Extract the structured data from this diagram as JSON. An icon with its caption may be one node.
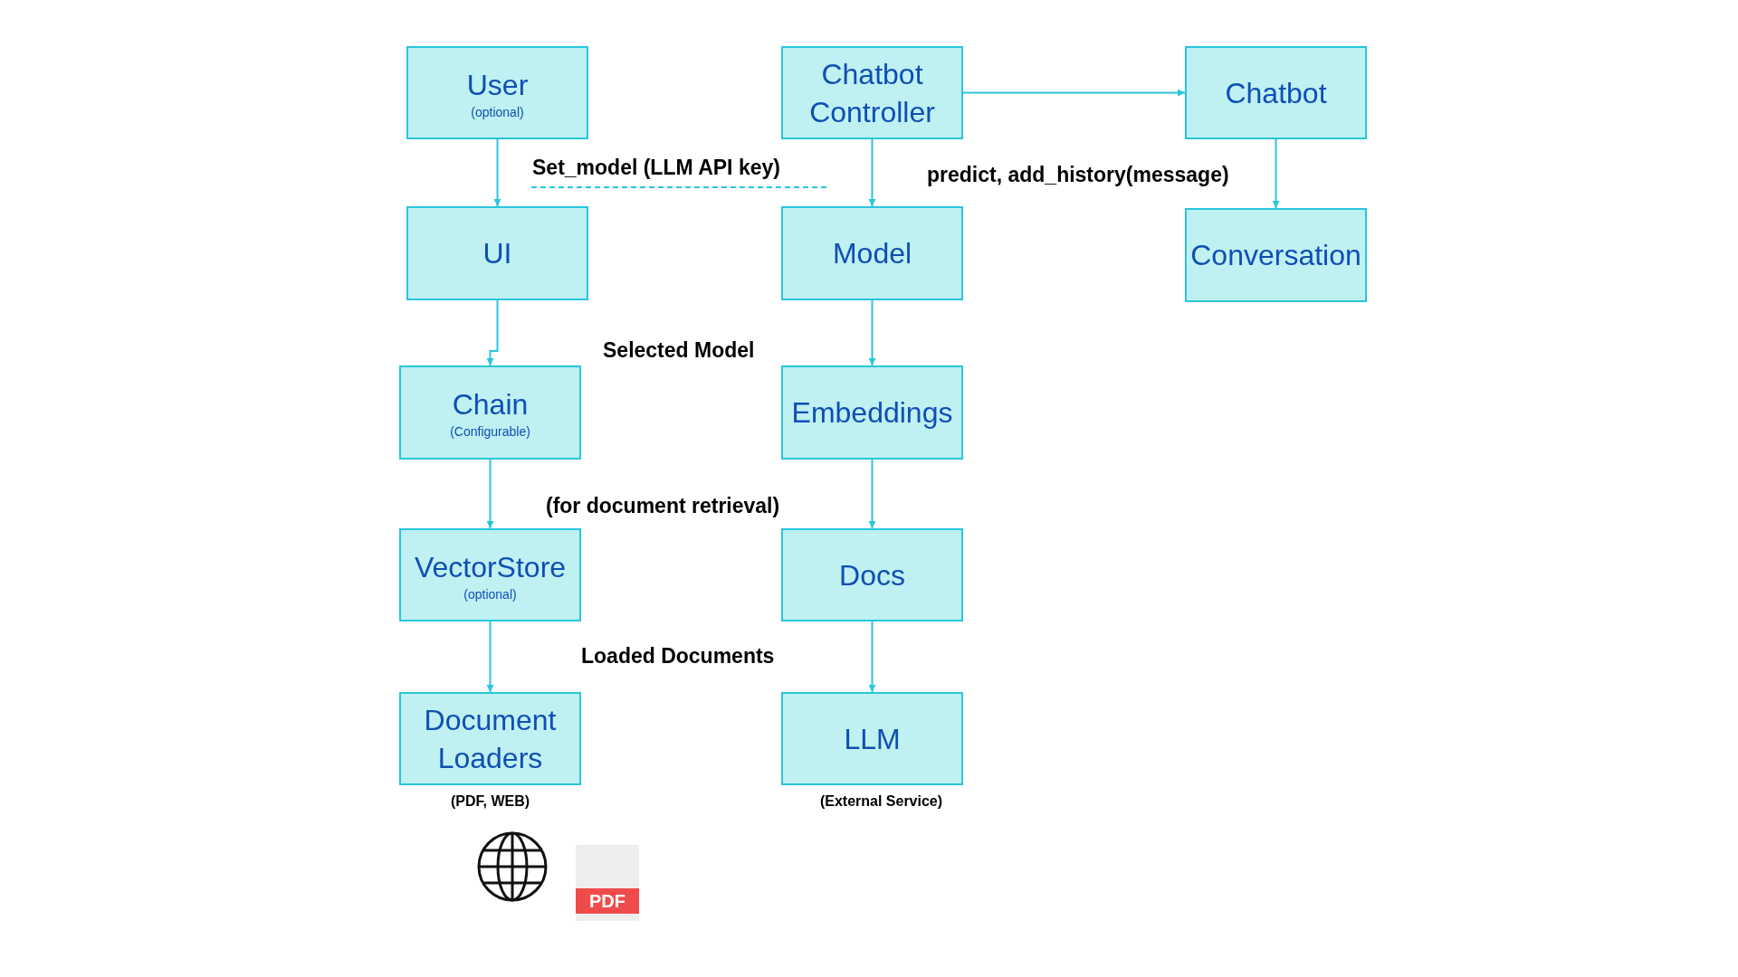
{
  "diagram": {
    "nodes": [
      {
        "text": [
          "User",
          "(optional)"
        ]
      },
      {
        "text": [
          "Chatbot Controller"
        ]
      },
      {
        "text": [
          "Chatbot"
        ]
      },
      {
        "text": [
          "UI"
        ]
      },
      {
        "text": [
          "Model"
        ]
      },
      {
        "text": [
          "Conversation"
        ]
      },
      {
        "text": [
          "Chain",
          "(Configurable)"
        ]
      },
      {
        "text": [
          "Embeddings"
        ]
      },
      {
        "text": [
          "VectorStore",
          "(optional)"
        ]
      },
      {
        "text": [
          "Docs"
        ]
      },
      {
        "text": [
          "Document Loaders"
        ],
        "beside": [
          "(PDF, WEB)"
        ]
      },
      {
        "text": [
          "LLM"
        ],
        "beside": [
          "(External Service)"
        ]
      }
    ],
    "edges": [
      {
        "from": 1,
        "to": 2,
        "arrow": "to"
      },
      {
        "from": 0,
        "to": 3,
        "arrow": "to"
      },
      {
        "from": 1,
        "to": 4,
        "arrow": "to"
      },
      {
        "from": 2,
        "to": 5,
        "arrow": "to"
      },
      {
        "from": 3,
        "to": 6,
        "arrow": "to"
      },
      {
        "from": 4,
        "to": 7,
        "arrow": "to"
      },
      {
        "from": 6,
        "to": 8,
        "arrow": "to"
      },
      {
        "from": 7,
        "to": 9,
        "arrow": "to"
      },
      {
        "from": 8,
        "to": 10,
        "arrow": "to"
      },
      {
        "from": 9,
        "to": 11,
        "arrow": "to"
      }
    ],
    "labels": [
      "Set_model (LLM API key)",
      "predict, add_history(message)",
      "Selected Model",
      "(for document retrieval)",
      "Loaded Documents",
      "PDF"
    ]
  }
}
